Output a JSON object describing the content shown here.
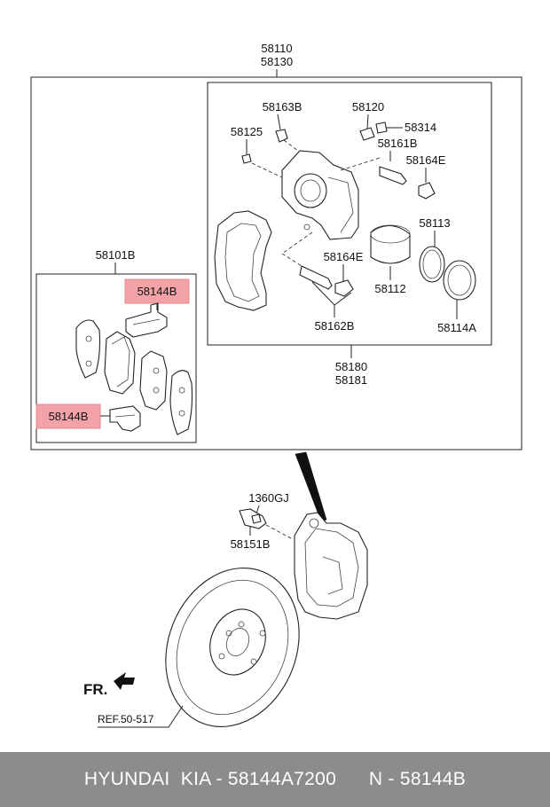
{
  "labels": {
    "assembly_top": "58110",
    "assembly_bottom": "58130",
    "pad_kit": "58101B",
    "clip_top": "58144B",
    "clip_bottom": "58144B",
    "bleeder_cap": "58163B",
    "bolt_small": "58125",
    "bleeder_screw": "58120",
    "boot_cap": "58314",
    "guide_pin": "58161B",
    "guide_boot": "58164E",
    "dust_boot": "58113",
    "piston": "58112",
    "seal": "58114A",
    "pin_boot_lower": "58164E",
    "pin_lower": "58162B",
    "carrier_top": "58180",
    "carrier_bottom": "58181",
    "bolt_ref": "1360GJ",
    "bolt_mount": "58151B",
    "front_marker": "FR.",
    "reference": "REF.50-517"
  },
  "footer": {
    "text": "HYUNDAI  KIA - 58144A7200      N - 58144B"
  },
  "colors": {
    "highlight": "#f3a3a8",
    "footer_bg": "#8c8c8c",
    "line": "#222222"
  }
}
